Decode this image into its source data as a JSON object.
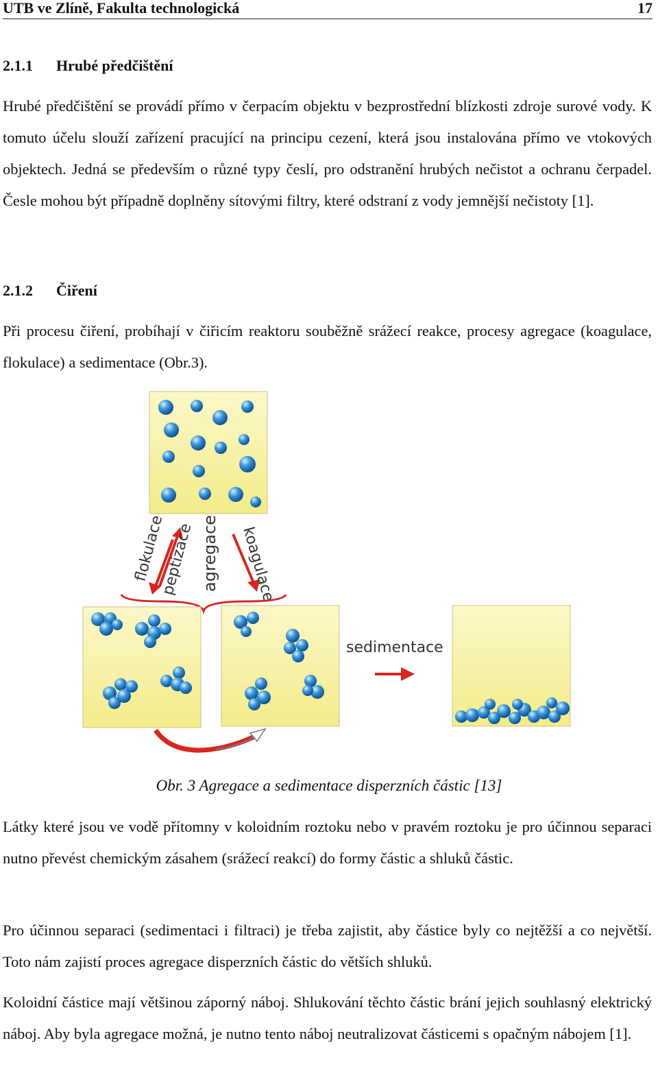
{
  "header": {
    "title": "UTB ve Zlíně, Fakulta technologická",
    "page_number": "17"
  },
  "section_1": {
    "number": "2.1.1",
    "title": "Hrubé předčištění",
    "paragraph": "Hrubé předčištění se provádí přímo v čerpacím objektu v bezprostřední blízkosti zdroje surové vody. K tomuto účelu slouží zařízení pracující na principu cezení, která jsou instalována přímo ve vtokových objektech. Jedná se především o různé typy česlí, pro odstranění hrubých nečistot a ochranu čerpadel. Česle mohou být případně doplněny sítovými filtry, které odstraní z vody jemnější nečistoty [1]."
  },
  "section_2": {
    "number": "2.1.2",
    "title": "Čiření",
    "paragraph": "Při procesu čiření, probíhají v čiřicím reaktoru souběžně srážecí reakce, procesy agregace (koagulace, flokulace) a sedimentace (Obr.3)."
  },
  "figure": {
    "labels": {
      "flokulace": "flokulace",
      "peptizace": "peptizace",
      "agregace": "agregace",
      "koagulace": "koagulace",
      "sedimentace": "sedimentace"
    },
    "colors": {
      "box_fill": "#f7f2a2",
      "particle": "#2f86c8",
      "arrow": "#d6261f"
    },
    "caption": "Obr. 3 Agregace a sedimentace disperzních částic [13]"
  },
  "paragraphs": [
    "Látky které jsou ve vodě přítomny v koloidním roztoku nebo v pravém roztoku je pro účinnou separaci nutno převést chemickým zásahem (srážecí reakcí) do formy částic a shluků částic.",
    "Pro účinnou separaci (sedimentaci i filtraci) je třeba zajistit, aby částice byly co nejtěžší a co největší. Toto nám zajistí proces agregace disperzních částic do větších shluků.",
    "Koloidní částice mají většinou záporný náboj. Shlukování těchto částic brání jejich souhlasný elektrický náboj. Aby byla agregace možná, je nutno tento náboj neutralizovat částicemi s opačným nábojem [1]."
  ]
}
